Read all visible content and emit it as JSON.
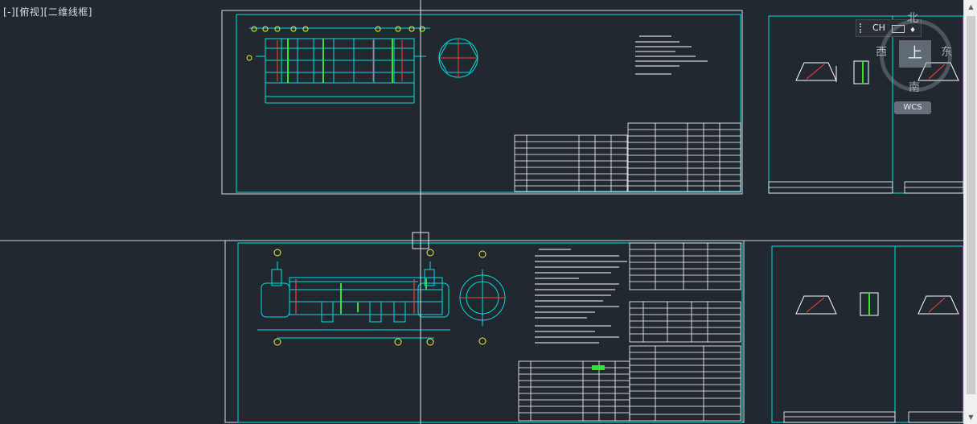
{
  "viewport": {
    "label": "[-][俯视][二维线框]"
  },
  "viewcube": {
    "north": "北",
    "south": "南",
    "east": "东",
    "west": "西",
    "top_face": "上",
    "wcs_label": "WCS"
  },
  "ime_toolbar": {
    "lang": "CH",
    "opt": "♦"
  },
  "colors": {
    "background": "#212830",
    "frame": "#00e0e0",
    "outer_border": "#d9dde2",
    "crosshair": "#e6e6e6",
    "weld": "#ff3b3b",
    "highlight": "#38e03a",
    "label": "#f2f23a",
    "text_block": "#ffffff"
  },
  "scrollbar": {
    "up": "▲",
    "down": "▼"
  }
}
